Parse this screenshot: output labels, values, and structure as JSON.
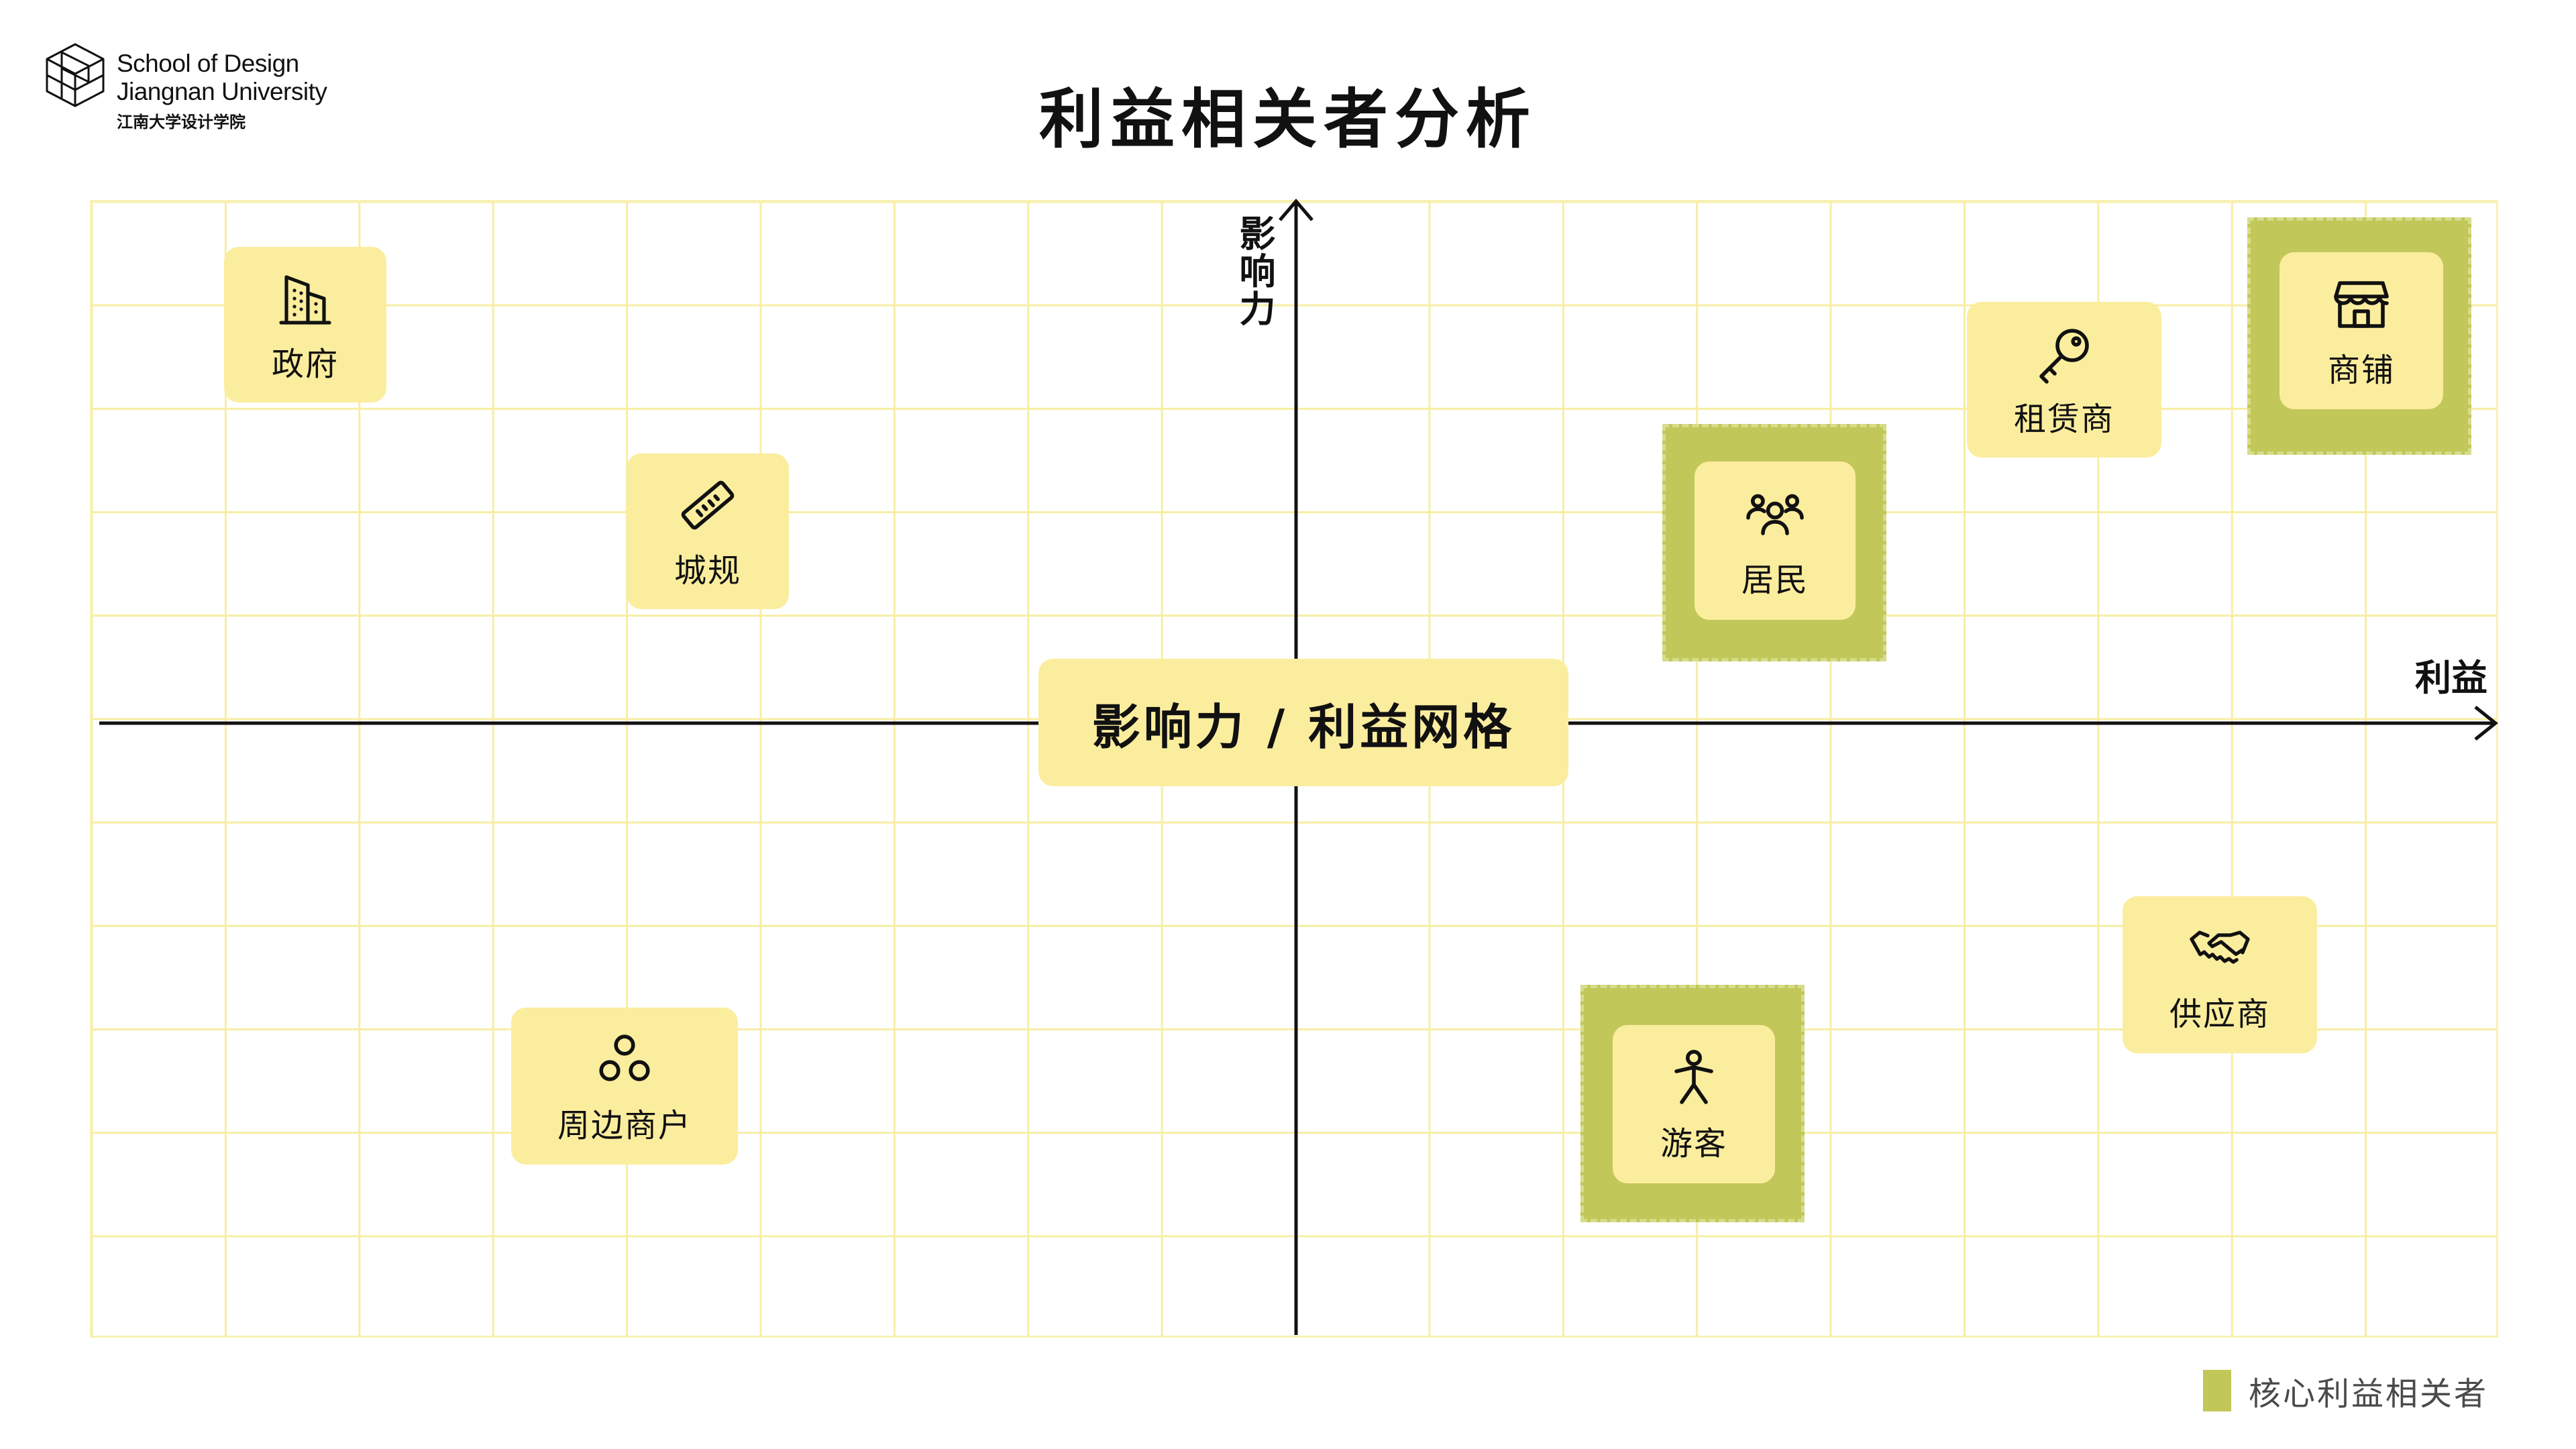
{
  "header": {
    "logo_line1": "School of Design",
    "logo_line2": "Jiangnan University",
    "logo_line3": "江南大学设计学院",
    "title": "利益相关者分析"
  },
  "axes": {
    "x_label": "利益",
    "y_label": "影响力",
    "center_label": "影响力 / 利益网格"
  },
  "stakeholders": [
    {
      "id": "government",
      "label": "政府",
      "icon": "building-icon",
      "core": false
    },
    {
      "id": "planning",
      "label": "城规",
      "icon": "ruler-icon",
      "core": false
    },
    {
      "id": "residents",
      "label": "居民",
      "icon": "group-icon",
      "core": true
    },
    {
      "id": "lessor",
      "label": "租赁商",
      "icon": "key-icon",
      "core": false
    },
    {
      "id": "shops",
      "label": "商铺",
      "icon": "storefront-icon",
      "core": true
    },
    {
      "id": "nearby",
      "label": "周边商户",
      "icon": "circles-icon",
      "core": false
    },
    {
      "id": "tourists",
      "label": "游客",
      "icon": "person-icon",
      "core": true
    },
    {
      "id": "suppliers",
      "label": "供应商",
      "icon": "handshake-icon",
      "core": false
    }
  ],
  "legend": {
    "label": "核心利益相关者",
    "color": "#c2c75a"
  },
  "colors": {
    "card": "#fbed9e",
    "core": "#c2c75a",
    "grid": "#f6eea3",
    "axis": "#111111"
  }
}
